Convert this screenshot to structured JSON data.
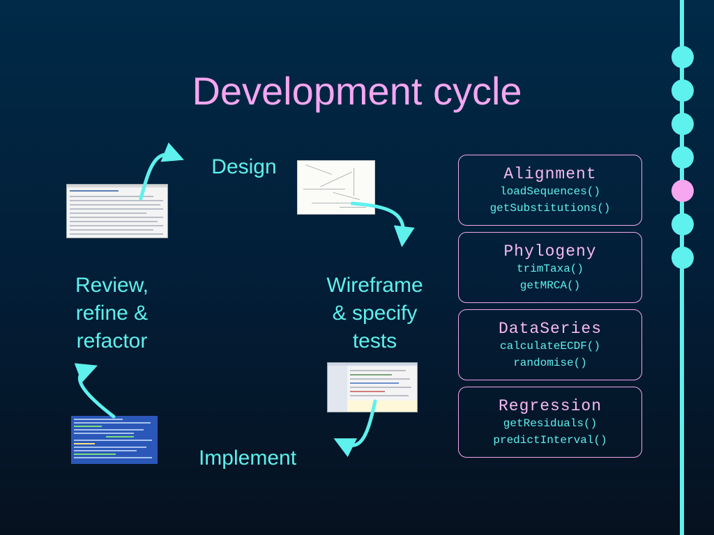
{
  "slide": {
    "title": "Development cycle",
    "stages": {
      "design": "Design",
      "wireframe": [
        "Wireframe",
        "& specify",
        "tests"
      ],
      "implement": "Implement",
      "review": [
        "Review,",
        "refine &",
        "refactor"
      ]
    },
    "cards": [
      {
        "class_name": "Alignment",
        "methods": [
          "loadSequences()",
          "getSubstitutions()"
        ]
      },
      {
        "class_name": "Phylogeny",
        "methods": [
          "trimTaxa()",
          "getMRCA()"
        ]
      },
      {
        "class_name": "DataSeries",
        "methods": [
          "calculateECDF()",
          "randomise()"
        ]
      },
      {
        "class_name": "Regression",
        "methods": [
          "getResiduals()",
          "predictInterval()"
        ]
      }
    ]
  },
  "progress": {
    "total_steps": 7,
    "active_step": 5
  },
  "colors": {
    "title": "#f5a6f0",
    "accent": "#5ef1ee",
    "card_border": "#f2a9ed",
    "card_class": "#f6b9f0",
    "active_dot": "#f7a7ef"
  },
  "icons": [
    "curved-arrow-icon",
    "issue-tracker-screenshot",
    "wireframe-sketch-image",
    "ide-screenshot",
    "terminal-screenshot"
  ]
}
